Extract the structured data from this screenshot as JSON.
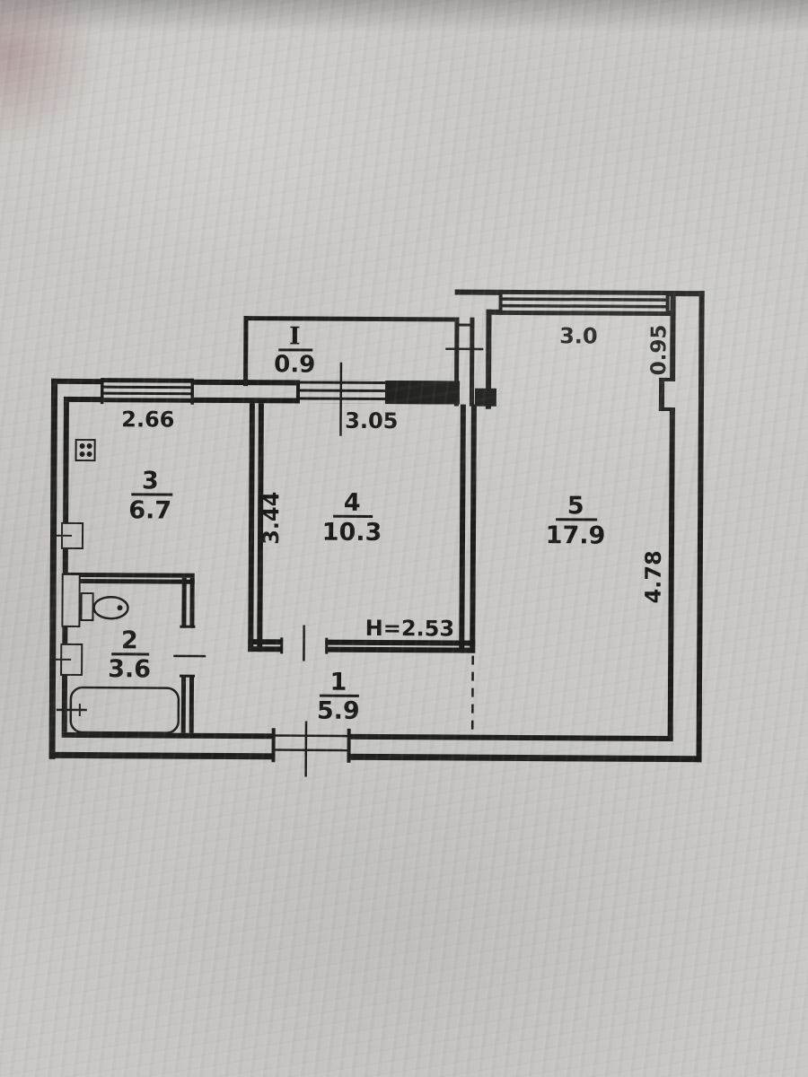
{
  "floor_plan": {
    "rooms": [
      {
        "number": "I",
        "area": "0.9"
      },
      {
        "number": "1",
        "area": "5.9"
      },
      {
        "number": "2",
        "area": "3.6"
      },
      {
        "number": "3",
        "area": "6.7"
      },
      {
        "number": "4",
        "area": "10.3"
      },
      {
        "number": "5",
        "area": "17.9"
      }
    ],
    "dimensions": {
      "top_left": "2.66",
      "top_middle": "3.05",
      "top_right": "3.0",
      "right_top": "0.95",
      "right_side": "4.78",
      "left_vertical": "3.44",
      "height_note": "H=2.53"
    },
    "colors": {
      "paper": "#c9c8c4",
      "ink": "#1d1d1b"
    }
  }
}
